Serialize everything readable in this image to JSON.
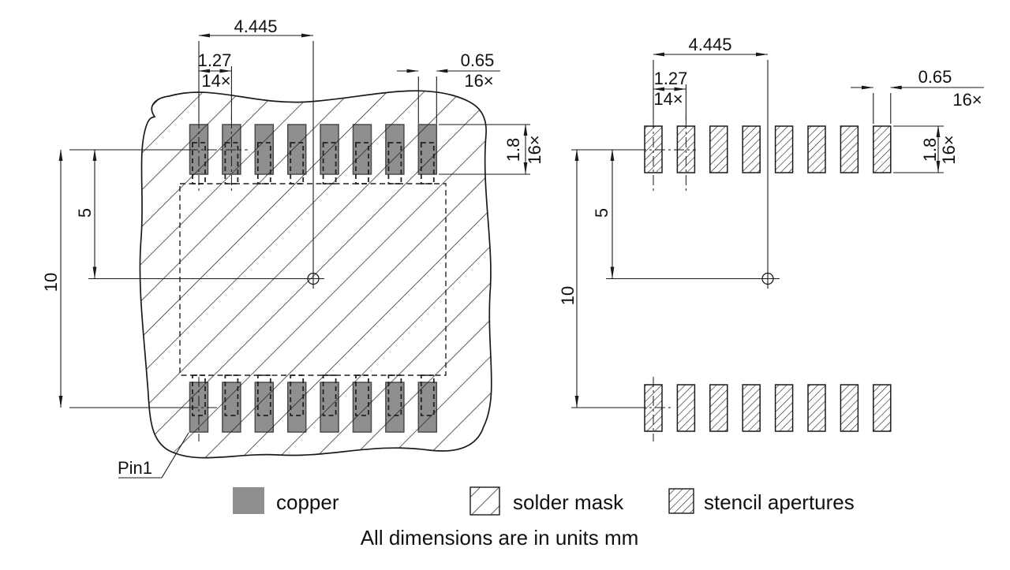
{
  "fig_left": {
    "dim_center_span": "4.445",
    "dim_pitch": "1.27",
    "dim_pitch_count": "14×",
    "dim_pad_width": "0.65",
    "dim_pad_width_count": "16×",
    "dim_pad_height": "1.8",
    "dim_pad_height_count": "16×",
    "dim_row_to_center": "5",
    "dim_row_to_row": "10",
    "pin1_label": "Pin1"
  },
  "fig_right": {
    "dim_center_span": "4.445",
    "dim_pitch": "1.27",
    "dim_pitch_count": "14×",
    "dim_aperture_width": "0.65",
    "dim_aperture_width_count": "16×",
    "dim_aperture_height": "1.8",
    "dim_aperture_height_count": "16×",
    "dim_row_to_center": "5",
    "dim_row_to_row": "10"
  },
  "legend": {
    "copper_label": "copper",
    "solder_mask_label": "solder mask",
    "stencil_label": "stencil apertures"
  },
  "caption": "All dimensions are in units mm",
  "colors": {
    "copper": "#8f8f8f",
    "line": "#1a1a1a"
  }
}
